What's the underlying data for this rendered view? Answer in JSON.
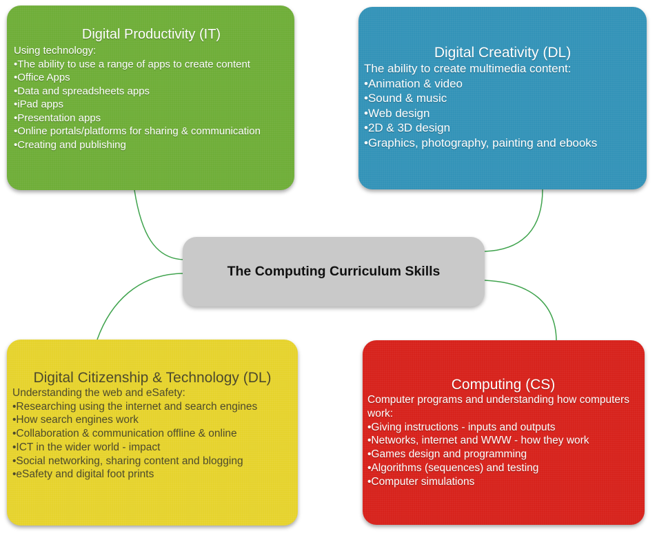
{
  "center": {
    "title": "The Computing Curriculum Skills"
  },
  "nodes": {
    "it": {
      "title": "Digital Productivity (IT)",
      "intro": "Using technology:",
      "items": [
        "•The ability to use a range of apps to create content",
        "•Office Apps",
        "•Data and spreadsheets apps",
        "•iPad apps",
        "•Presentation apps",
        "•Online portals/platforms for sharing & communication",
        "•Creating and publishing"
      ]
    },
    "dl": {
      "title": "Digital Creativity (DL)",
      "intro": "The ability to create multimedia content:",
      "items": [
        "•Animation & video",
        "•Sound & music",
        "•Web design",
        "•2D & 3D design",
        "•Graphics, photography, painting and ebooks"
      ]
    },
    "citizenship": {
      "title": "Digital Citizenship & Technology (DL)",
      "intro": "Understanding the web and eSafety:",
      "items": [
        "•Researching using the internet and search engines",
        "•How search engines work",
        "•Collaboration & communication offline & online",
        "•ICT in the wider world - impact",
        "•Social networking, sharing content and blogging",
        "•eSafety and digital foot prints"
      ]
    },
    "cs": {
      "title": "Computing (CS)",
      "intro": "Computer programs and understanding how computers work:",
      "items": [
        "•Giving instructions - inputs and outputs",
        "•Networks, internet and WWW - how they work",
        "•Games design and programming",
        "•Algorithms (sequences) and testing",
        "•Computer simulations"
      ]
    }
  },
  "colors": {
    "it": "#6fae38",
    "dl": "#3393b8",
    "citizenship": "#e6d32c",
    "cs": "#d7231c",
    "center": "#c9c9c9",
    "connector": "#3fa34d"
  }
}
